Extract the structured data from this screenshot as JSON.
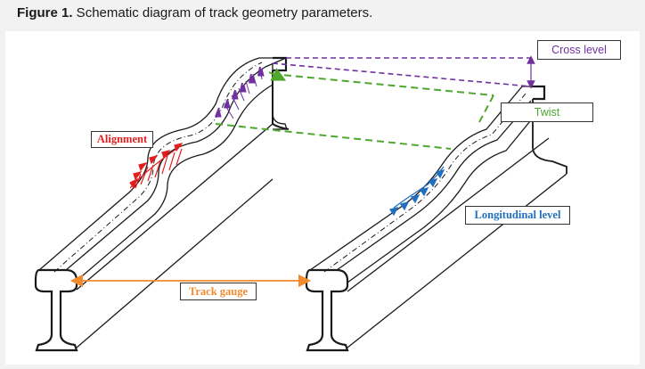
{
  "caption": {
    "prefix": "Figure 1.",
    "text": " Schematic diagram of track geometry parameters."
  },
  "labels": {
    "cross_level": "Cross level",
    "twist": "Twist",
    "alignment": "Alignment",
    "longitudinal_level": "Longitudinal level",
    "track_gauge": "Track gauge"
  },
  "colors": {
    "cross_level": "#7030a0",
    "twist": "#4ea72e",
    "alignment": "#e02020",
    "longitudinal_level": "#1f6fc0",
    "track_gauge": "#f28a2e",
    "rail_outline": "#1a1a1a"
  }
}
